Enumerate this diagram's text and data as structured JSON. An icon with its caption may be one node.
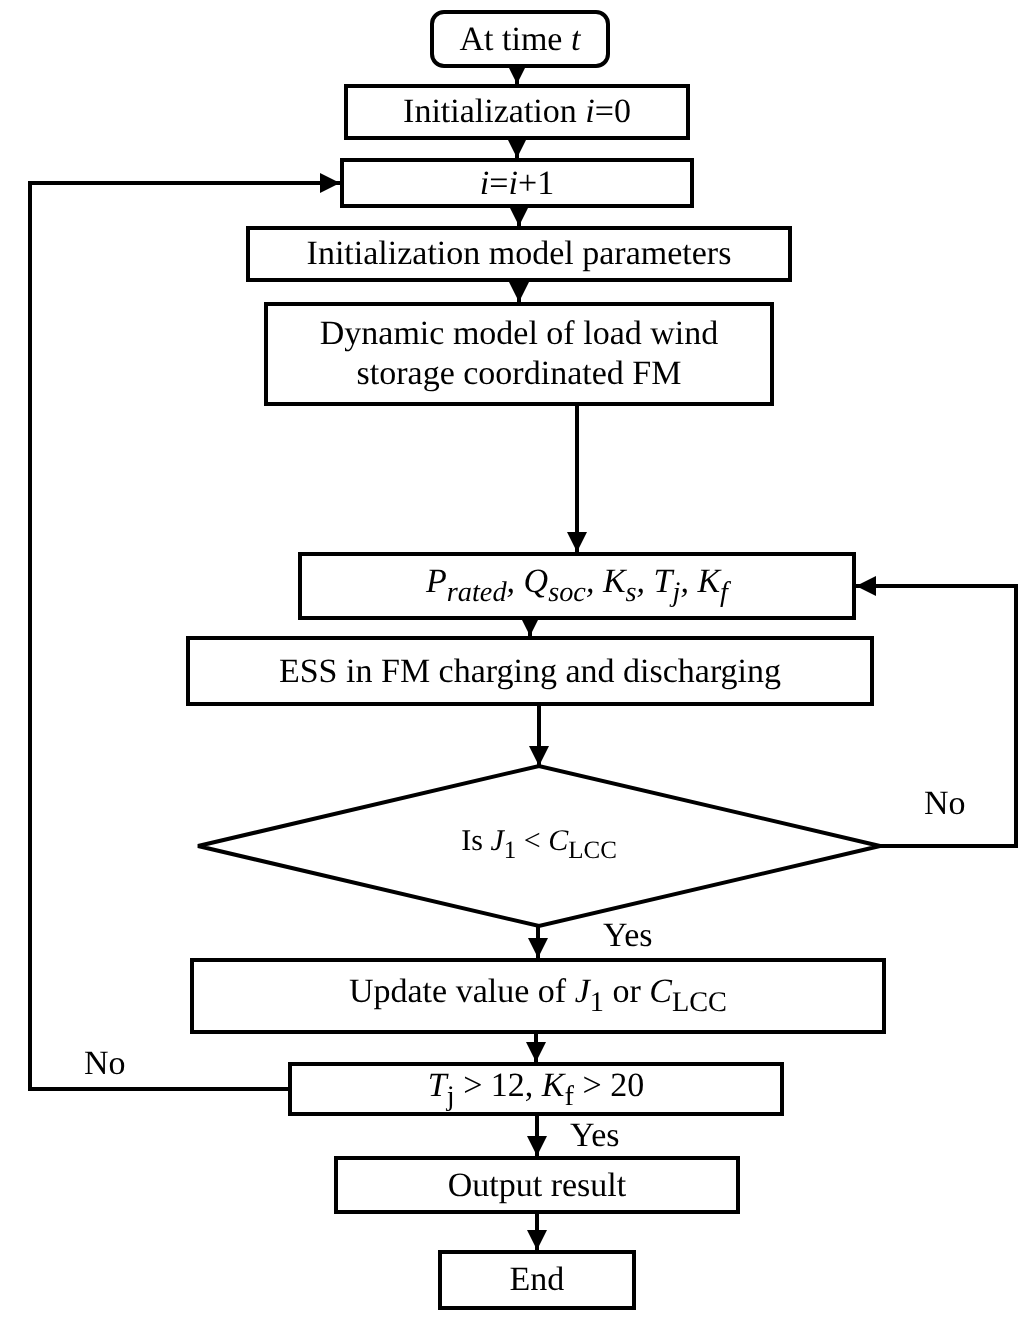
{
  "diagram": {
    "nodes": [
      {
        "text": [
          "At time *t*"
        ]
      },
      {
        "text": [
          "Initialization *i*=0"
        ]
      },
      {
        "text": [
          "*i*=*i*+1"
        ]
      },
      {
        "text": [
          "Initialization model parameters"
        ]
      },
      {
        "text": [
          "Dynamic model of load wind storage coordinated FM"
        ]
      },
      {
        "text": [
          "*P*$_{rated}$, *Q*$_{soc}$, *K*$_{s}$, *T*$_{j}$, *K*$_{f}$"
        ]
      },
      {
        "text": [
          "ESS in FM charging and discharging"
        ]
      },
      {
        "text": [
          "Is *J*$_{1}$ < *C*$_{LCC}$"
        ]
      },
      {
        "text": [
          "Update value of *J*$_{1}$ or *C*$_{LCC}$"
        ]
      },
      {
        "text": [
          "*T*$_{j}$ > 12, *K*$_{f}$ > 20"
        ]
      },
      {
        "text": [
          "Output result"
        ]
      },
      {
        "text": [
          "End"
        ]
      }
    ],
    "edges": [
      {
        "from": 0,
        "to": 1,
        "arrow": "to"
      },
      {
        "from": 1,
        "to": 2,
        "arrow": "to"
      },
      {
        "from": 2,
        "to": 3,
        "arrow": "to"
      },
      {
        "from": 3,
        "to": 4,
        "arrow": "to"
      },
      {
        "from": 4,
        "to": 5,
        "arrow": "to"
      },
      {
        "from": 5,
        "to": 6,
        "arrow": "to"
      },
      {
        "from": 6,
        "to": 7,
        "arrow": "to"
      },
      {
        "from": 7,
        "to": 8,
        "arrow": "to",
        "label": "Yes"
      },
      {
        "from": 7,
        "to": 5,
        "arrow": "to",
        "label": "No"
      },
      {
        "from": 8,
        "to": 9,
        "arrow": "to"
      },
      {
        "from": 9,
        "to": 10,
        "arrow": "to",
        "label": "Yes"
      },
      {
        "from": 9,
        "to": 2,
        "arrow": "to",
        "label": "No"
      },
      {
        "from": 10,
        "to": 11,
        "arrow": "to"
      }
    ]
  }
}
